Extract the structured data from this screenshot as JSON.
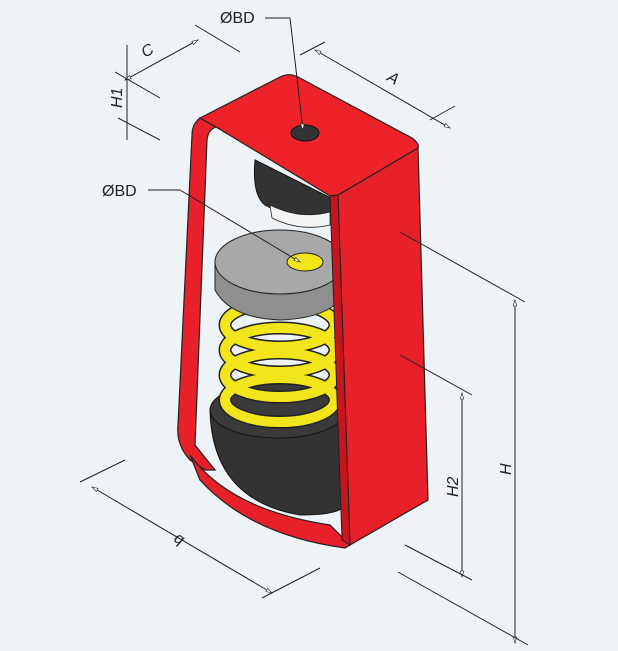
{
  "labels": {
    "bore_top": "ØBD",
    "bore_mid": "ØBD",
    "c": "C",
    "h1": "H1",
    "a": "A",
    "h": "H",
    "h2": "H2",
    "b": "b"
  },
  "colors": {
    "bracket": "#e8202a",
    "spring": "#f2e51c",
    "rubber": "#333333",
    "washer": "#9a9a9a",
    "background": "#eef3f7"
  }
}
